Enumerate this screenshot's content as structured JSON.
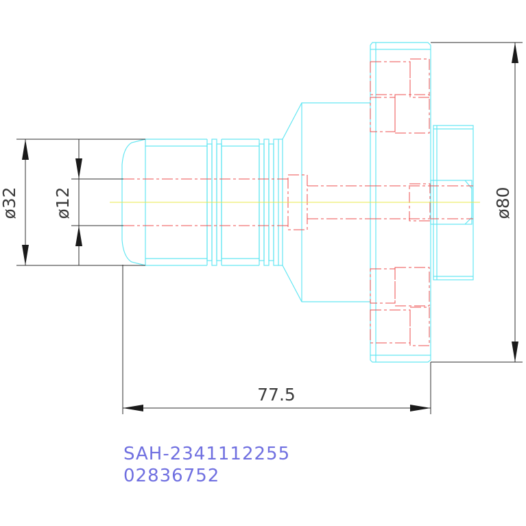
{
  "dimensions": {
    "d32": "ø32",
    "d12": "ø12",
    "d80": "ø80",
    "length": "77.5"
  },
  "labels": {
    "part_number": "SAH-2341112255",
    "serial": "02836752"
  },
  "colors": {
    "outline": "#63e6f2",
    "hidden_lines": "#ee4d4d",
    "center_line": "#e8e84a",
    "dimension_lines": "#2c2c2c",
    "label_text": "#6f6fe0"
  }
}
